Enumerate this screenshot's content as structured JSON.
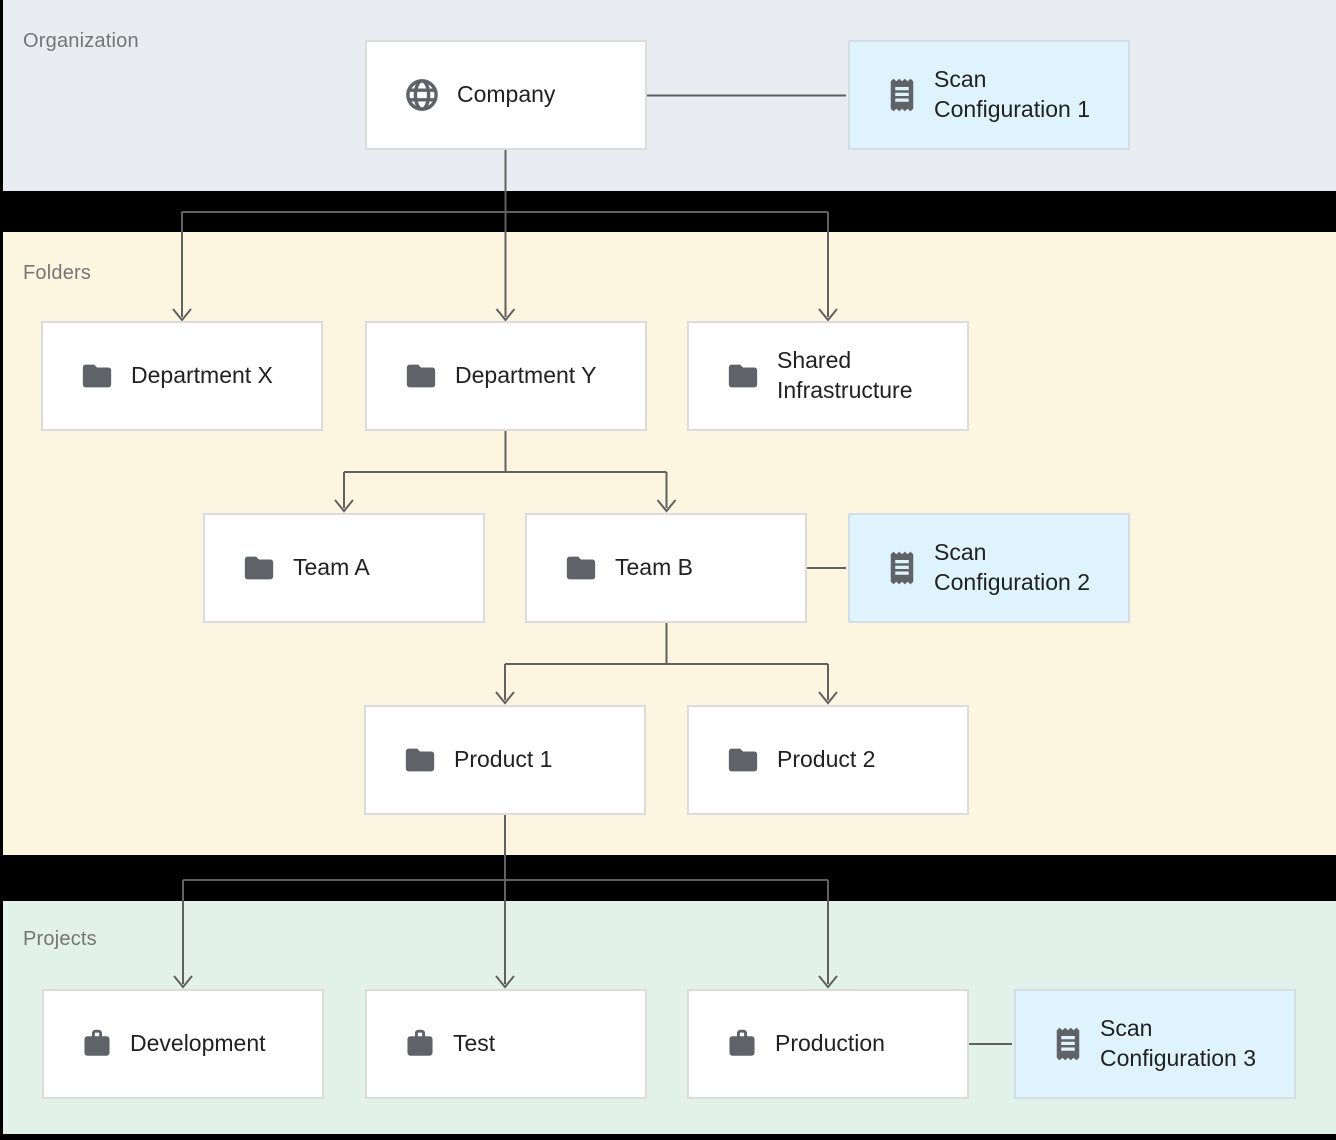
{
  "diagram": {
    "sections": {
      "organization": {
        "label": "Organization",
        "nodes": [
          {
            "label": "Company",
            "icon": "globe"
          },
          {
            "label": "Scan Configuration 1",
            "icon": "receipt"
          }
        ]
      },
      "folders": {
        "label": "Folders",
        "nodes": [
          {
            "label": "Department X",
            "icon": "folder"
          },
          {
            "label": "Department Y",
            "icon": "folder"
          },
          {
            "label": "Shared Infrastructure",
            "icon": "folder"
          },
          {
            "label": "Team A",
            "icon": "folder"
          },
          {
            "label": "Team B",
            "icon": "folder"
          },
          {
            "label": "Scan Configuration 2",
            "icon": "receipt"
          },
          {
            "label": "Product 1",
            "icon": "folder"
          },
          {
            "label": "Product 2",
            "icon": "folder"
          }
        ]
      },
      "projects": {
        "label": "Projects",
        "nodes": [
          {
            "label": "Development",
            "icon": "briefcase"
          },
          {
            "label": "Test",
            "icon": "briefcase"
          },
          {
            "label": "Production",
            "icon": "briefcase"
          },
          {
            "label": "Scan Configuration 3",
            "icon": "receipt"
          }
        ]
      }
    },
    "edges": [
      {
        "from": "Company",
        "to": "Department X",
        "type": "arrow"
      },
      {
        "from": "Company",
        "to": "Department Y",
        "type": "arrow"
      },
      {
        "from": "Company",
        "to": "Shared Infrastructure",
        "type": "arrow"
      },
      {
        "from": "Department Y",
        "to": "Team A",
        "type": "arrow"
      },
      {
        "from": "Department Y",
        "to": "Team B",
        "type": "arrow"
      },
      {
        "from": "Team B",
        "to": "Product 1",
        "type": "arrow"
      },
      {
        "from": "Team B",
        "to": "Product 2",
        "type": "arrow"
      },
      {
        "from": "Product 1",
        "to": "Development",
        "type": "arrow"
      },
      {
        "from": "Product 1",
        "to": "Test",
        "type": "arrow"
      },
      {
        "from": "Product 1",
        "to": "Production",
        "type": "arrow"
      },
      {
        "from": "Company",
        "to": "Scan Configuration 1",
        "type": "line"
      },
      {
        "from": "Team B",
        "to": "Scan Configuration 2",
        "type": "line"
      },
      {
        "from": "Production",
        "to": "Scan Configuration 3",
        "type": "line"
      }
    ],
    "colors": {
      "background": "#000000",
      "organization_bg": "#e9edf1",
      "folders_bg": "#fcf5df",
      "projects_bg": "#e2f1e9",
      "node_bg": "#ffffff",
      "scan_node_bg": "#dff3fd",
      "node_border": "#dcdcdc",
      "connector": "#616161",
      "icon": "#5f6368",
      "node_text": "#212121",
      "section_text": "#757575"
    }
  }
}
